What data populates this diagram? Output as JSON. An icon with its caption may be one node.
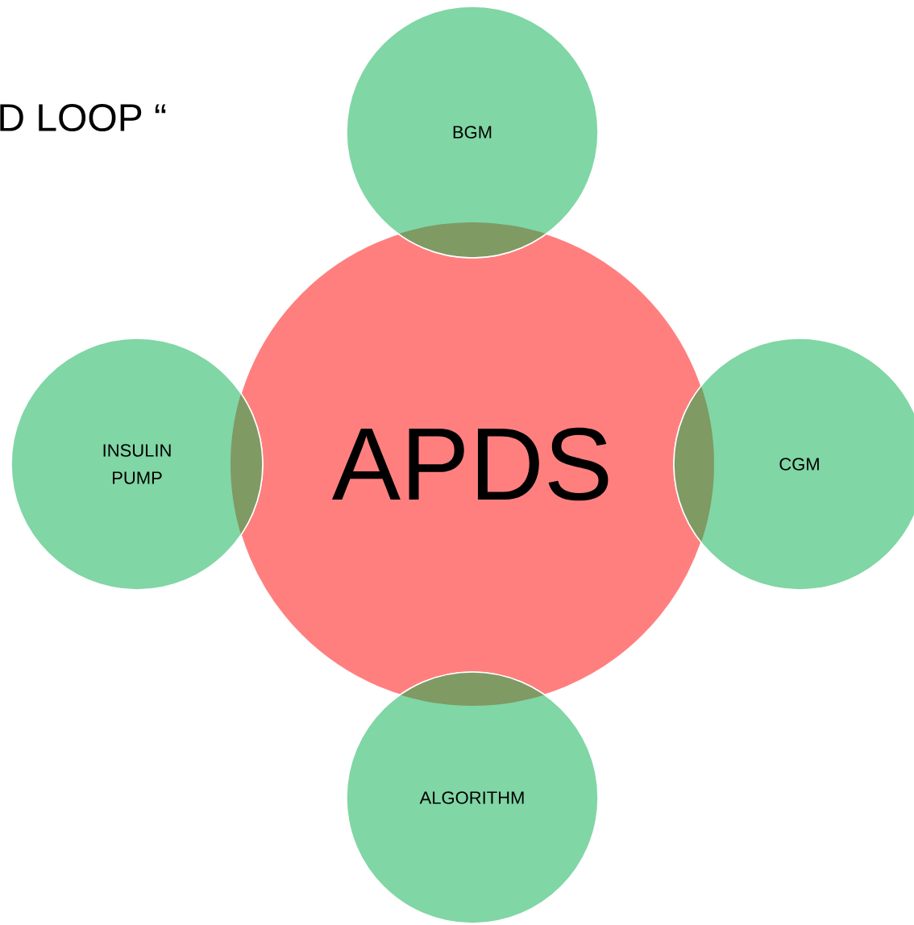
{
  "diagram": {
    "nodes": [
      {
        "text": [
          "APDS"
        ]
      },
      {
        "text": [
          "BGM"
        ]
      },
      {
        "text": [
          "INSULIN PUMP"
        ]
      },
      {
        "text": [
          "CGM"
        ]
      },
      {
        "text": [
          "ALGORITHM"
        ]
      }
    ],
    "labels": [
      "D LOOP “"
    ]
  }
}
